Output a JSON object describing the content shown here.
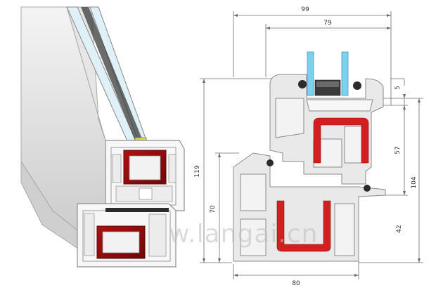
{
  "dimensions": {
    "top_overall": "99",
    "top_inner": "79",
    "left_overall": "119",
    "left_lower": "70",
    "right_glass_gap": "5",
    "right_upper": "57",
    "right_overall": "104",
    "right_lower": "42",
    "bottom_width": "80"
  },
  "watermark": "w.langai.cn",
  "colors": {
    "profile_fill": "#e9e9e9",
    "profile_stroke": "#8a8a8a",
    "steel_red": "#d21f1f",
    "glass_blue": "#7fd0ec",
    "dim_line": "#6b6b6b",
    "gasket_dark": "#2b2b2b"
  }
}
